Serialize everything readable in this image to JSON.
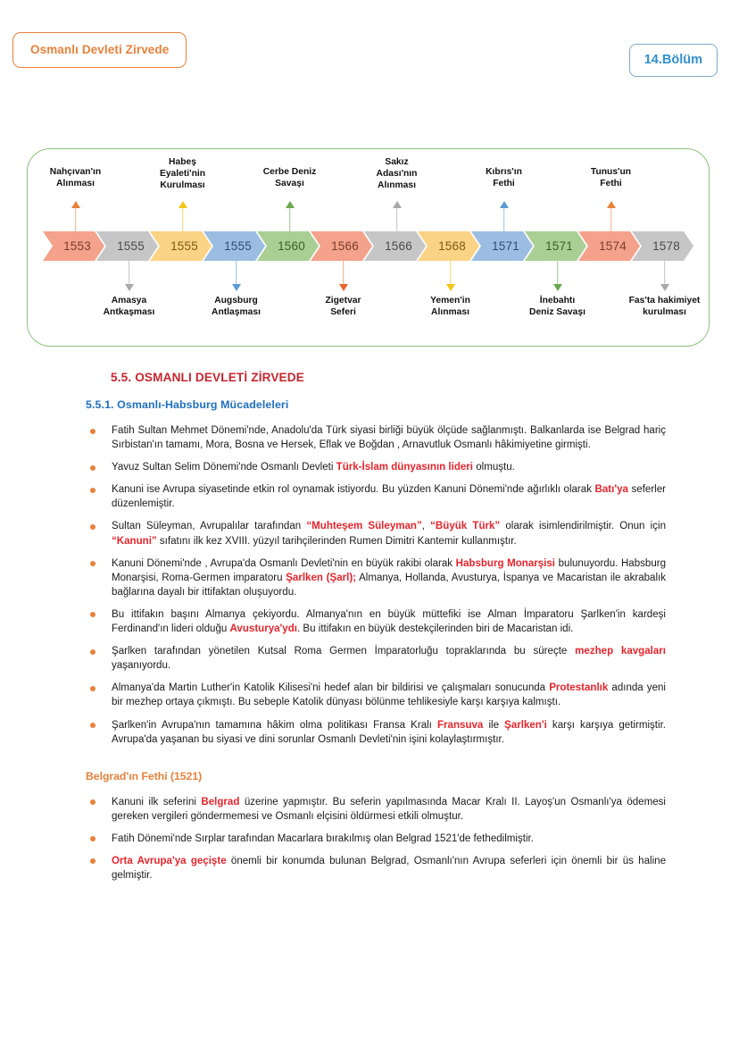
{
  "header": {
    "chapter_tag": "Osmanlı Devleti Zirvede",
    "chapter_number": "14.Bölüm",
    "tag_color": "#e8813a",
    "number_color": "#2f8fd0"
  },
  "timeline": {
    "border_color": "#8dc07f",
    "chevrons": [
      {
        "year": "1553",
        "fill": "#f4a28c",
        "stroke": "#d98a72",
        "text": "#7a3d2e"
      },
      {
        "year": "1555",
        "fill": "#c6c6c6",
        "stroke": "#a9a9a9",
        "text": "#4a4a4a"
      },
      {
        "year": "1555",
        "fill": "#fbd384",
        "stroke": "#e0b25e",
        "text": "#7a5a16"
      },
      {
        "year": "1555",
        "fill": "#9cbde2",
        "stroke": "#7fa3cd",
        "text": "#2e4f78"
      },
      {
        "year": "1560",
        "fill": "#a9cf95",
        "stroke": "#8cb87a",
        "text": "#3c5f2c"
      },
      {
        "year": "1566",
        "fill": "#f4a28c",
        "stroke": "#d98a72",
        "text": "#7a3d2e"
      },
      {
        "year": "1566",
        "fill": "#c6c6c6",
        "stroke": "#a9a9a9",
        "text": "#4a4a4a"
      },
      {
        "year": "1568",
        "fill": "#fbd384",
        "stroke": "#e0b25e",
        "text": "#7a5a16"
      },
      {
        "year": "1571",
        "fill": "#9cbde2",
        "stroke": "#7fa3cd",
        "text": "#2e4f78"
      },
      {
        "year": "1571",
        "fill": "#a9cf95",
        "stroke": "#8cb87a",
        "text": "#3c5f2c"
      },
      {
        "year": "1574",
        "fill": "#f4a28c",
        "stroke": "#d98a72",
        "text": "#7a3d2e"
      },
      {
        "year": "1578",
        "fill": "#c6c6c6",
        "stroke": "#a9a9a9",
        "text": "#4a4a4a"
      }
    ],
    "top_events": [
      {
        "label": "Nahçıvan'ın\nAlınması",
        "chevron_index": 0,
        "arrow_color": "#e8813a",
        "stem_color": "#f0b089"
      },
      {
        "label": "Habeş\nEyaleti'nin\nKurulması",
        "chevron_index": 2,
        "arrow_color": "#f5c518",
        "stem_color": "#f6d36a"
      },
      {
        "label": "Cerbe Deniz\nSavaşı",
        "chevron_index": 4,
        "arrow_color": "#6aa84f",
        "stem_color": "#9cc48a"
      },
      {
        "label": "Sakız\nAdası'nın\nAlınması",
        "chevron_index": 6,
        "arrow_color": "#a8a8a8",
        "stem_color": "#c2c2c2"
      },
      {
        "label": "Kıbrıs'ın\nFethi",
        "chevron_index": 8,
        "arrow_color": "#5b9bd5",
        "stem_color": "#9cc0e0"
      },
      {
        "label": "Tunus'un\nFethi",
        "chevron_index": 10,
        "arrow_color": "#e8813a",
        "stem_color": "#f0b089"
      }
    ],
    "bottom_events": [
      {
        "label": "Amasya\nAntkaşması",
        "chevron_index": 1,
        "arrow_color": "#a8a8a8",
        "stem_color": "#c2c2c2"
      },
      {
        "label": "Augsburg\nAntlaşması",
        "chevron_index": 3,
        "arrow_color": "#5b9bd5",
        "stem_color": "#9cc0e0"
      },
      {
        "label": "Zigetvar\nSeferi",
        "chevron_index": 5,
        "arrow_color": "#e8662a",
        "stem_color": "#f0a77f"
      },
      {
        "label": "Yemen'in\nAlınması",
        "chevron_index": 7,
        "arrow_color": "#f5c518",
        "stem_color": "#f6d36a"
      },
      {
        "label": "İnebahtı\nDeniz Savaşı",
        "chevron_index": 9,
        "arrow_color": "#6aa84f",
        "stem_color": "#9cc48a"
      },
      {
        "label": "Fas'ta hakimiyet\nkurulması",
        "chevron_index": 11,
        "arrow_color": "#a8a8a8",
        "stem_color": "#c2c2c2"
      }
    ]
  },
  "content": {
    "heading_main": "5.5. OSMANLI DEVLETİ ZİRVEDE",
    "heading_sub": "5.5.1. Osmanlı-Habsburg Mücadeleleri",
    "section_heading": "Belgrad'ın Fethi (1521)",
    "heading_main_color": "#c9252d",
    "heading_sub_color": "#1f6fc4",
    "section_heading_color": "#e8813a",
    "highlight_color": "#e8242c",
    "bullet_color": "#e8813a",
    "bullets": [
      {
        "parts": [
          {
            "t": "Fatih Sultan Mehmet Dönemi'nde, Anadolu'da Türk siyasi birliği büyük ölçüde sağlanmıştı. Balkanlarda ise Belgrad hariç Sırbistan'ın tamamı, Mora, Bosna ve Hersek, Eflak ve Boğdan , Arnavutluk Osmanlı hâkimiyetine girmişti.",
            "hl": false
          }
        ]
      },
      {
        "parts": [
          {
            "t": "Yavuz Sultan Selim Dönemi'nde Osmanlı Devleti ",
            "hl": false
          },
          {
            "t": "Türk-İslam dünyasının lideri",
            "hl": true
          },
          {
            "t": " olmuştu.",
            "hl": false
          }
        ]
      },
      {
        "parts": [
          {
            "t": "Kanuni ise Avrupa siyasetinde etkin rol oynamak istiyordu. Bu yüzden Kanuni Dönemi'nde ağırlıklı olarak ",
            "hl": false
          },
          {
            "t": "Batı'ya",
            "hl": true
          },
          {
            "t": " seferler düzenlemiştir.",
            "hl": false
          }
        ]
      },
      {
        "parts": [
          {
            "t": "Sultan Süleyman, Avrupalılar tarafından ",
            "hl": false
          },
          {
            "t": "“Muhteşem Süleyman”",
            "hl": true
          },
          {
            "t": ", ",
            "hl": false
          },
          {
            "t": "“Büyük Türk”",
            "hl": true
          },
          {
            "t": " olarak isimlendirilmiştir. Onun için ",
            "hl": false
          },
          {
            "t": "“Kanuni”",
            "hl": true
          },
          {
            "t": " sıfatını ilk kez XVIII. yüzyıl tarihçilerinden Rumen Dimitri Kantemir kullanmıştır.",
            "hl": false
          }
        ]
      },
      {
        "parts": [
          {
            "t": "Kanuni Dönemi'nde , Avrupa'da Osmanlı Devleti'nin en büyük rakibi olarak ",
            "hl": false
          },
          {
            "t": "Habsburg Monarşisi",
            "hl": true
          },
          {
            "t": " bulunuyordu. Habsburg Monarşisi, Roma-Germen imparatoru ",
            "hl": false
          },
          {
            "t": "Şarlken (Şarl);",
            "hl": true
          },
          {
            "t": " Almanya, Hollanda, Avusturya, İspanya ve Macaristan ile akrabalık bağlarına dayalı bir ittifaktan oluşuyordu.",
            "hl": false
          }
        ]
      },
      {
        "parts": [
          {
            "t": "Bu ittifakın başını Almanya çekiyordu. Almanya'nın en büyük müttefiki ise Alman İmparatoru Şarlken'in kardeşi Ferdinand'ın lideri olduğu ",
            "hl": false
          },
          {
            "t": "Avusturya'ydı",
            "hl": true
          },
          {
            "t": ". Bu ittifakın en büyük destekçilerinden biri de Macaristan idi.",
            "hl": false
          }
        ]
      },
      {
        "parts": [
          {
            "t": "Şarlken tarafından yönetilen Kutsal Roma Germen İmparatorluğu topraklarında bu süreçte ",
            "hl": false
          },
          {
            "t": "mezhep kavgaları",
            "hl": true
          },
          {
            "t": " yaşanıyordu.",
            "hl": false
          }
        ]
      },
      {
        "parts": [
          {
            "t": "Almanya'da Martin Luther'in Katolik Kilisesi'ni hedef alan bir bildirisi ve çalışmaları sonucunda ",
            "hl": false
          },
          {
            "t": "Protestanlık",
            "hl": true
          },
          {
            "t": " adında yeni bir mezhep ortaya çıkmıştı. Bu sebeple Katolik dünyası bölünme tehlikesiyle karşı karşıya kalmıştı.",
            "hl": false
          }
        ]
      },
      {
        "parts": [
          {
            "t": "Şarlken'in Avrupa'nın tamamına hâkim olma politikası Fransa Kralı ",
            "hl": false
          },
          {
            "t": "Fransuva",
            "hl": true
          },
          {
            "t": " ile ",
            "hl": false
          },
          {
            "t": "Şarlken'i",
            "hl": true
          },
          {
            "t": " karşı karşıya getirmiştir. Avrupa'da yaşanan bu siyasi ve dini sorunlar Osmanlı Devleti'nin işini kolaylaştırmıştır.",
            "hl": false
          }
        ]
      }
    ],
    "bullets2": [
      {
        "parts": [
          {
            "t": "Kanuni ilk seferini ",
            "hl": false
          },
          {
            "t": "Belgrad",
            "hl": true
          },
          {
            "t": " üzerine yapmıştır. Bu seferin yapılmasında Macar Kralı II. Layoş'un Osmanlı'ya ödemesi gereken vergileri göndermemesi ve Osmanlı elçisini öldürmesi etkili olmuştur.",
            "hl": false
          }
        ]
      },
      {
        "parts": [
          {
            "t": "Fatih Dönemi'nde Sırplar tarafından Macarlara bırakılmış olan Belgrad 1521'de fethedilmiştir.",
            "hl": false
          }
        ]
      },
      {
        "parts": [
          {
            "t": "Orta Avrupa'ya geçişte",
            "hl": true
          },
          {
            "t": " önemli bir konumda bulunan Belgrad, Osmanlı'nın Avrupa seferleri için önemli bir üs haline gelmiştir.",
            "hl": false
          }
        ]
      }
    ]
  }
}
